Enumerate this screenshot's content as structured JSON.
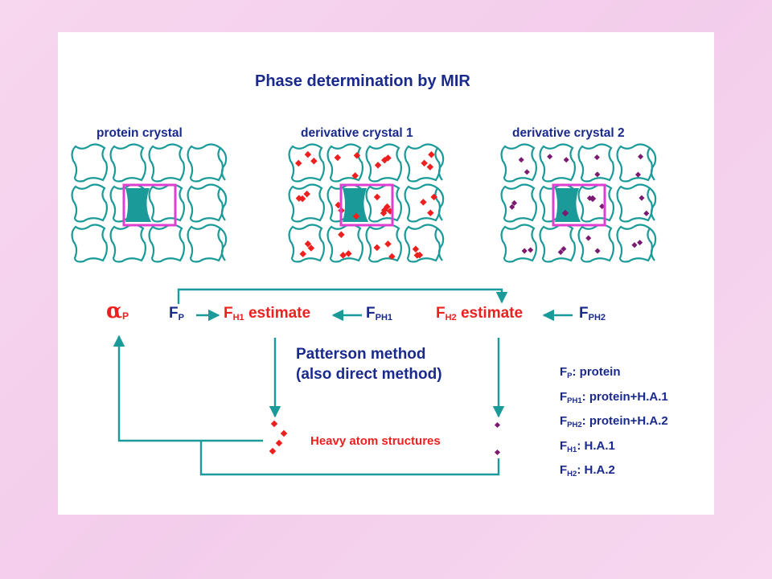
{
  "title": "Phase determination by MIR",
  "crystals": [
    {
      "label": "protein crystal",
      "dots": "none"
    },
    {
      "label": "derivative crystal 1",
      "dots": "red"
    },
    {
      "label": "derivative crystal 2",
      "dots": "purple"
    }
  ],
  "equation": {
    "alpha": {
      "main": "α",
      "sub": "P"
    },
    "fp": {
      "main": "F",
      "sub": "P"
    },
    "fh1": {
      "main": "F",
      "sub": "H1",
      "suffix": " estimate"
    },
    "fph1": {
      "main": "F",
      "sub": "PH1"
    },
    "fh2": {
      "main": "F",
      "sub": "H2",
      "suffix": " estimate"
    },
    "fph2": {
      "main": "F",
      "sub": "PH2"
    }
  },
  "method": {
    "line1": "Patterson method",
    "line2": "(also direct method)"
  },
  "heavy_atom_label": "Heavy atom structures",
  "legend": [
    {
      "main": "F",
      "sub": "P",
      "text": ": protein"
    },
    {
      "main": "F",
      "sub": "PH1",
      "text": ": protein+H.A.1"
    },
    {
      "main": "F",
      "sub": "PH2",
      "text": ": protein+H.A.2"
    },
    {
      "main": "F",
      "sub": "H1",
      "text": ": H.A.1"
    },
    {
      "main": "F",
      "sub": "H2",
      "text": ": H.A.2"
    }
  ],
  "colors": {
    "teal": "#1a9a98",
    "magenta": "#e040d0",
    "navy": "#1a2a8c",
    "red": "#ee1f1f",
    "purple": "#7a1a70"
  }
}
